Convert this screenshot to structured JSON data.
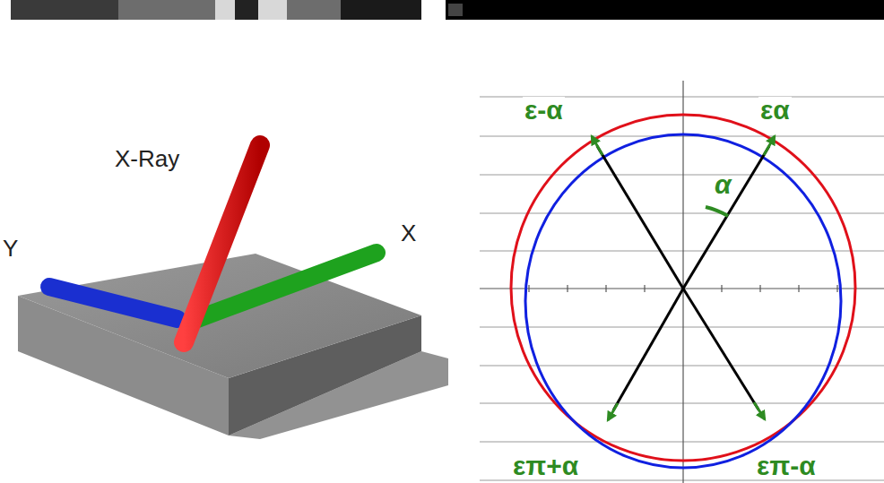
{
  "diagram": {
    "labels": [
      "X-Ray",
      "X",
      "Y",
      "ε-α",
      "εα",
      "α",
      "επ+α",
      "επ-α"
    ]
  }
}
